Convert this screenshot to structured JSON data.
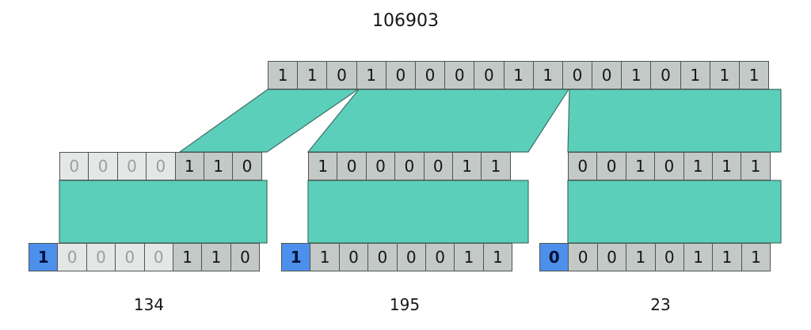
{
  "diagram": {
    "title": "106903",
    "kind": "binary-concatenation-diagram",
    "colors": {
      "cell_fill": "#c3c9c6",
      "cell_fill_dim": "#e4e7e5",
      "cell_border": "#4f5552",
      "leading_bit_fill": "#4d90ec",
      "connector_fill": "#5ccfba",
      "connector_stroke": "#3e6f65",
      "text": "#161616",
      "text_dim": "#9aa09d"
    },
    "top_row": {
      "name": "combined-bits",
      "value": "106903",
      "bits": [
        "1",
        "1",
        "0",
        "1",
        "0",
        "0",
        "0",
        "0",
        "1",
        "1",
        "0",
        "0",
        "1",
        "0",
        "1",
        "1",
        "1"
      ],
      "bit_count": 17
    },
    "middle_rows": [
      {
        "name": "trimmed-bits-134",
        "bits": [
          "0",
          "0",
          "0",
          "0",
          "1",
          "1",
          "0"
        ],
        "dim_flags": [
          true,
          true,
          true,
          true,
          false,
          false,
          false
        ],
        "bit_count": 7
      },
      {
        "name": "trimmed-bits-195",
        "bits": [
          "1",
          "0",
          "0",
          "0",
          "0",
          "1",
          "1"
        ],
        "dim_flags": [
          false,
          false,
          false,
          false,
          false,
          false,
          false
        ],
        "bit_count": 7
      },
      {
        "name": "trimmed-bits-23",
        "bits": [
          "0",
          "0",
          "1",
          "0",
          "1",
          "1",
          "1"
        ],
        "dim_flags": [
          false,
          false,
          false,
          false,
          false,
          false,
          false
        ],
        "bit_count": 7
      }
    ],
    "bottom_rows": [
      {
        "name": "source-bits-134",
        "caption": "134",
        "leading_bit": "1",
        "bits": [
          "0",
          "0",
          "0",
          "0",
          "1",
          "1",
          "0"
        ],
        "dim_flags": [
          true,
          true,
          true,
          true,
          false,
          false,
          false
        ],
        "bit_count": 8
      },
      {
        "name": "source-bits-195",
        "caption": "195",
        "leading_bit": "1",
        "bits": [
          "1",
          "0",
          "0",
          "0",
          "0",
          "1",
          "1"
        ],
        "dim_flags": [
          false,
          false,
          false,
          false,
          false,
          false,
          false
        ],
        "bit_count": 8
      },
      {
        "name": "source-bits-23",
        "caption": "23",
        "leading_bit": "0",
        "bits": [
          "0",
          "0",
          "1",
          "0",
          "1",
          "1",
          "1"
        ],
        "dim_flags": [
          false,
          false,
          false,
          false,
          false,
          false,
          false
        ],
        "bit_count": 8
      }
    ],
    "captions": [
      "134",
      "195",
      "23"
    ]
  }
}
